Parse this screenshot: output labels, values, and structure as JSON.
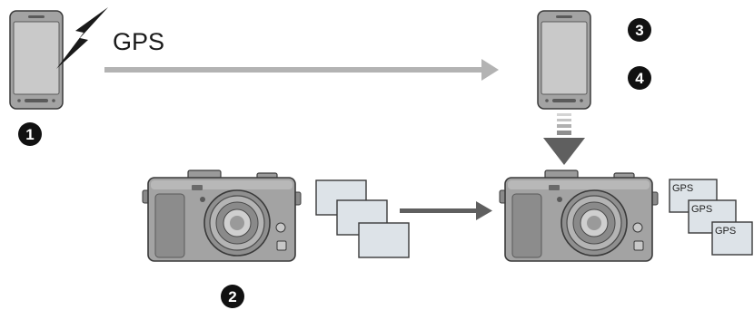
{
  "gps_label": "GPS",
  "photo_tag": "GPS",
  "steps": [
    "1",
    "2",
    "3",
    "4"
  ],
  "colors": {
    "device_body": "#a3a3a3",
    "device_screen": "#c9c9c9",
    "outline": "#3a3a3a",
    "gps_arrow": "#b3b3b3",
    "sync_arrow": "#5f5f5f",
    "photo_fill": "#dde3e8",
    "step_badge": "#111111"
  }
}
